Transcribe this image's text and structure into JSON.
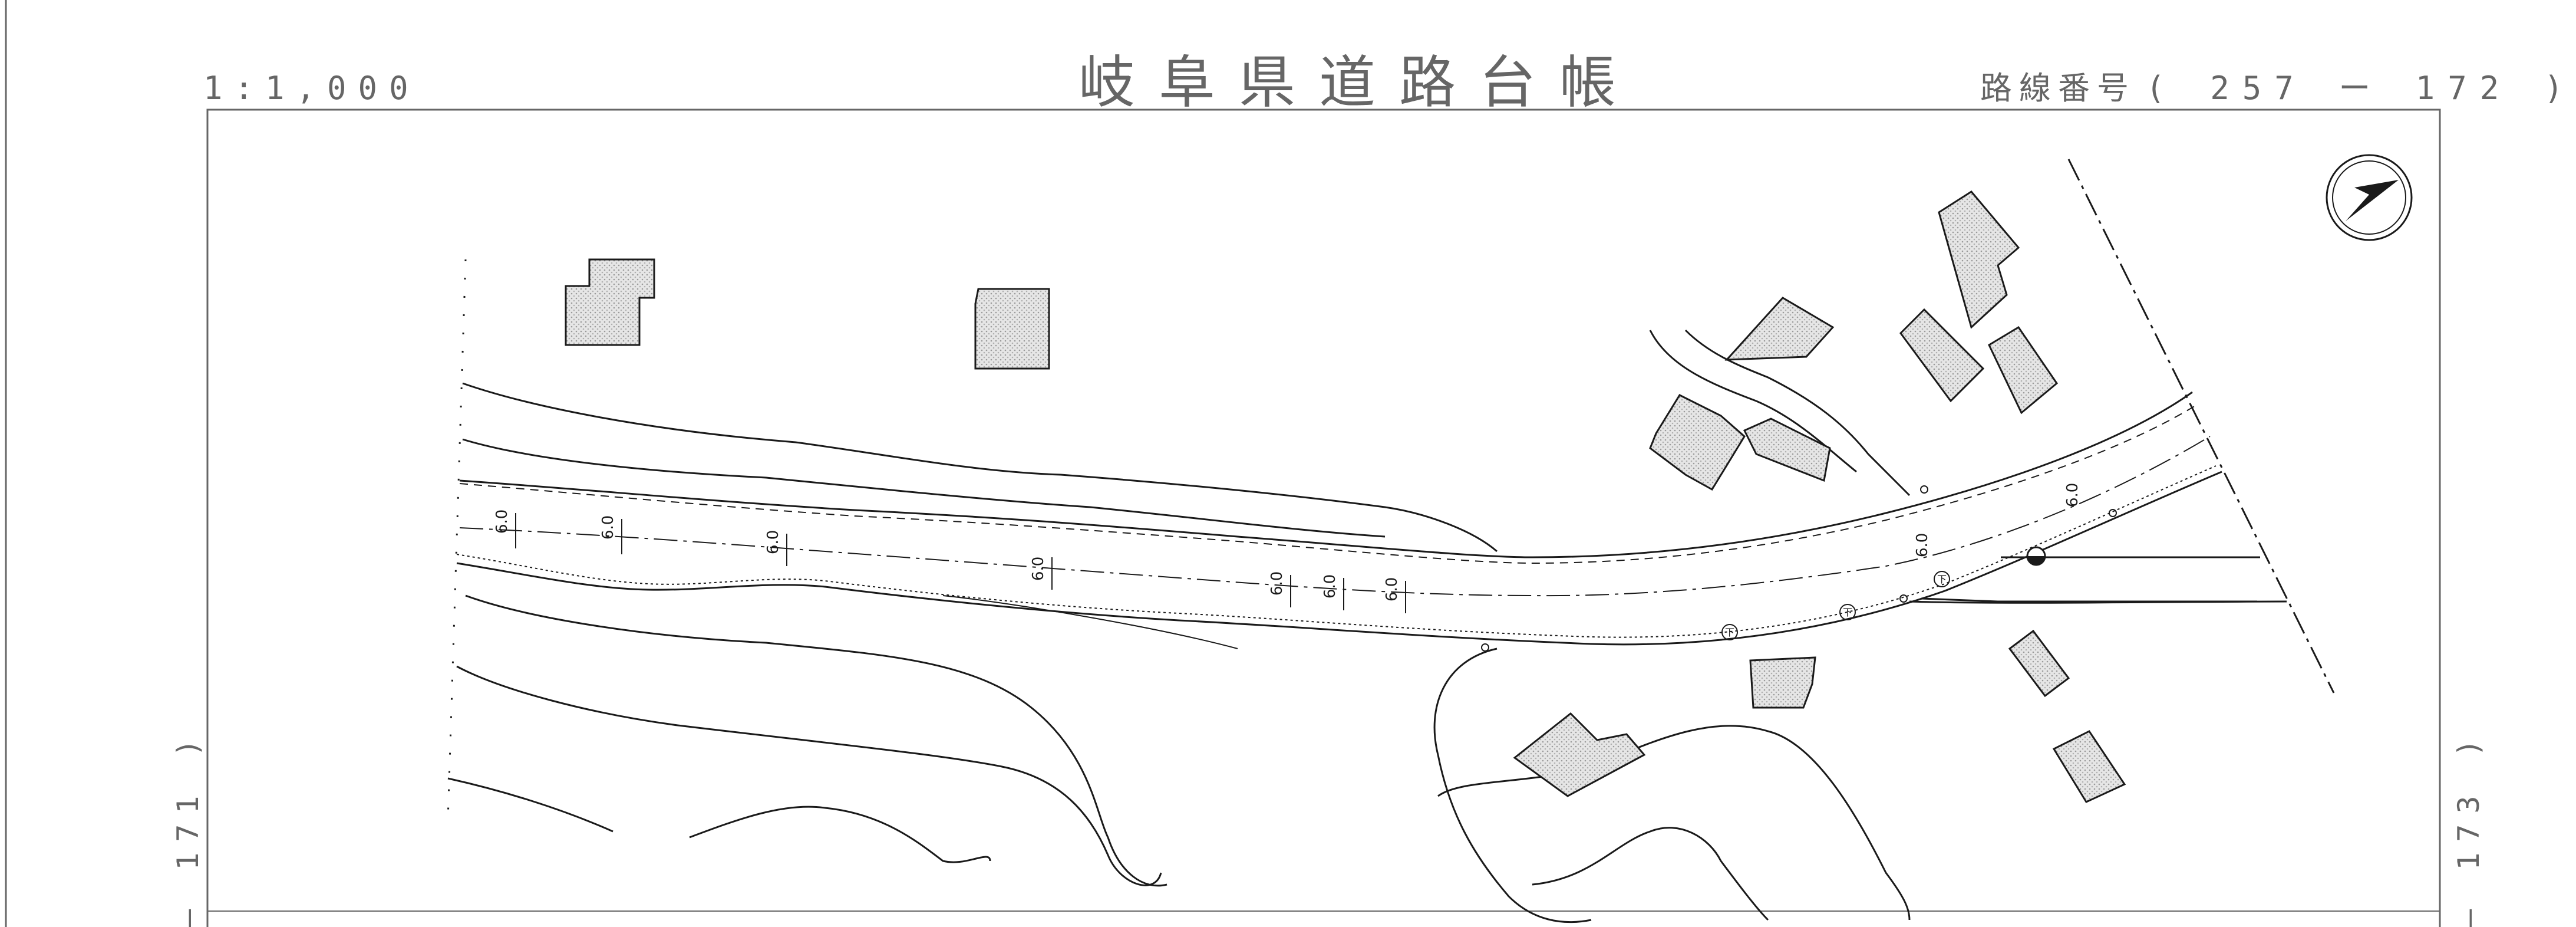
{
  "header": {
    "title": "岐阜県道路台帳",
    "scale": "1:1,000",
    "route_label": "路線番号",
    "route_number": "( 257 ー 172 )"
  },
  "adjacent_sheets": {
    "left": "— 171 )",
    "right": "— 173 )"
  },
  "map": {
    "width_labels": [
      "6.0",
      "6.0",
      "6.0",
      "6.0",
      "6.0",
      "6.0",
      "6.0",
      "6.0",
      "6.0"
    ],
    "manhole_symbol": "下",
    "north_arrow": "north-arrow-icon",
    "line_color": "#1a1a1a",
    "building_fill": "#d9d9d9"
  }
}
